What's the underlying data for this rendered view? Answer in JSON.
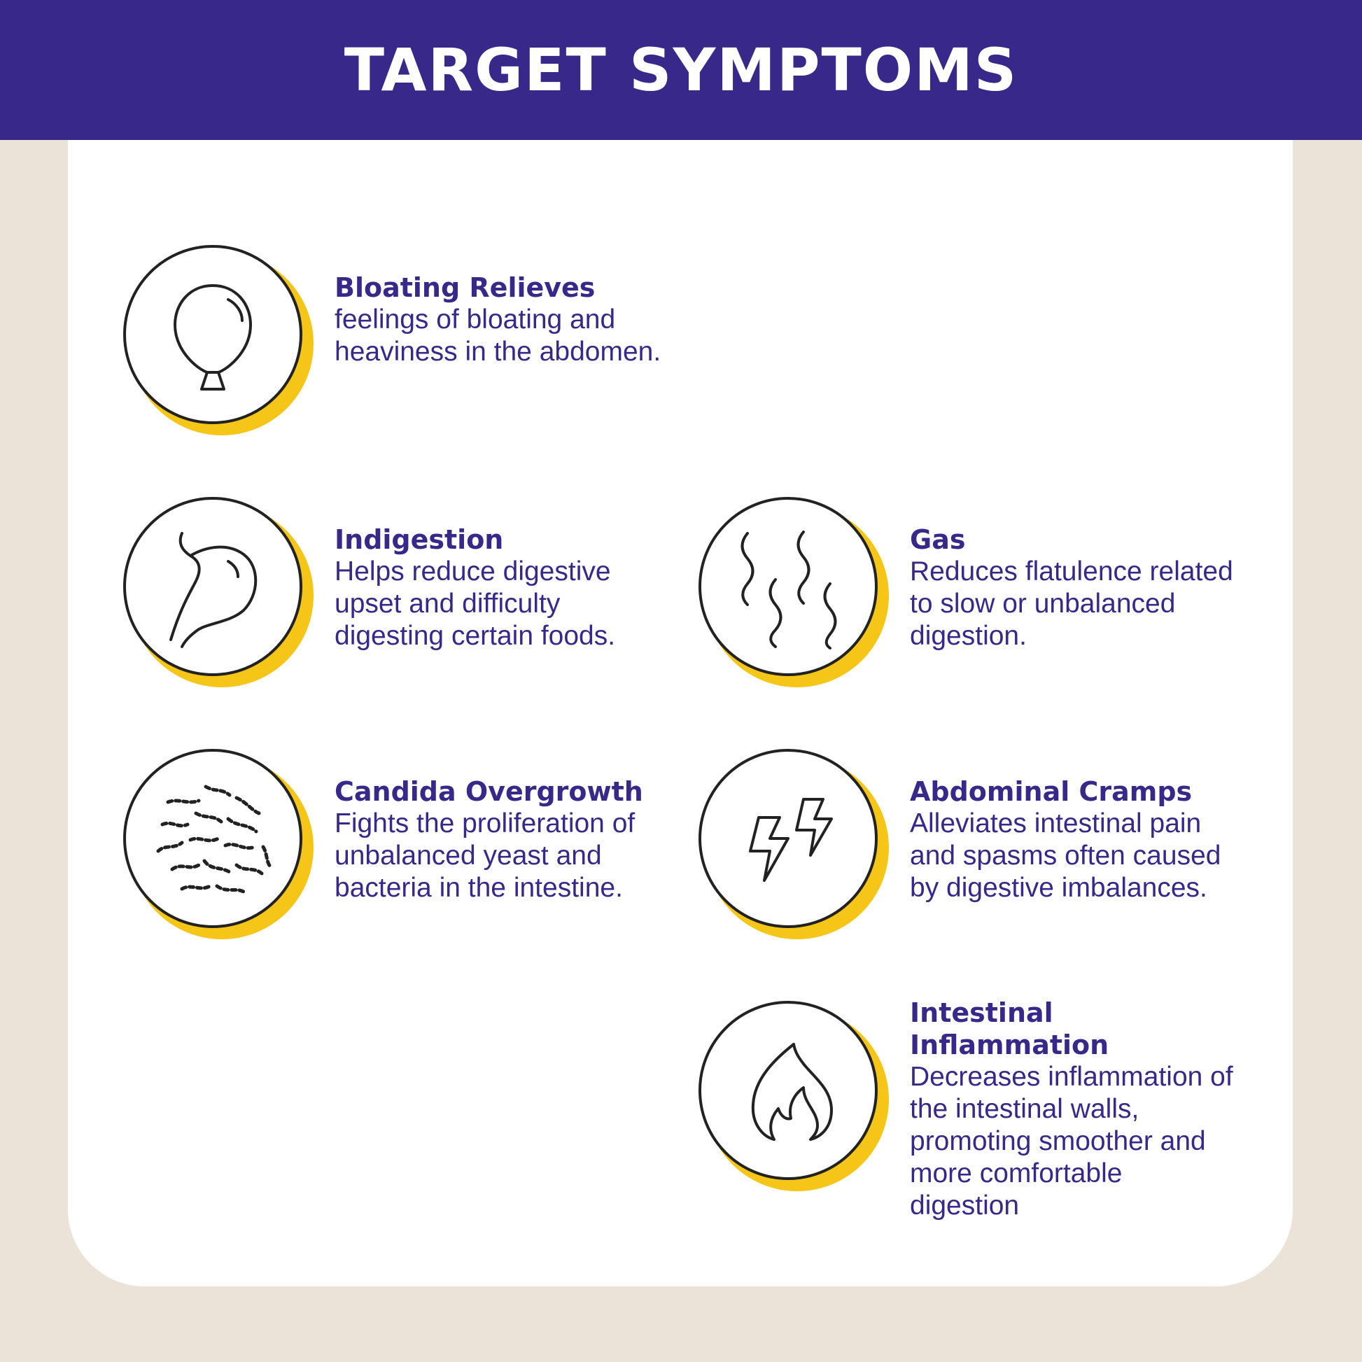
{
  "header": {
    "title": "TARGET SYMPTOMS"
  },
  "colors": {
    "header_bg": "#38288a",
    "accent": "#f5c518",
    "text": "#38288a",
    "page_bg": "#ebe3d8"
  },
  "items": [
    {
      "icon": "balloon-icon",
      "title": "Bloating Relieves",
      "description": "feelings of bloating and heaviness in the abdomen."
    },
    {
      "icon": "stomach-icon",
      "title": "Indigestion",
      "description": "Helps reduce digestive upset and difficulty digesting certain foods."
    },
    {
      "icon": "gas-waves-icon",
      "title": "Gas",
      "description": "Reduces flatulence related to slow or unbalanced digestion."
    },
    {
      "icon": "bacteria-icon",
      "title": "Candida Overgrowth",
      "description": "Fights the proliferation of unbalanced yeast and bacteria in the intestine."
    },
    {
      "icon": "lightning-icon",
      "title": "Abdominal Cramps",
      "description": "Alleviates intestinal pain and spasms often caused by digestive imbalances."
    },
    {
      "icon": "flame-icon",
      "title": "Intestinal Inflammation",
      "description": "Decreases inflammation of the intestinal walls, promoting smoother and more comfortable digestion"
    }
  ]
}
